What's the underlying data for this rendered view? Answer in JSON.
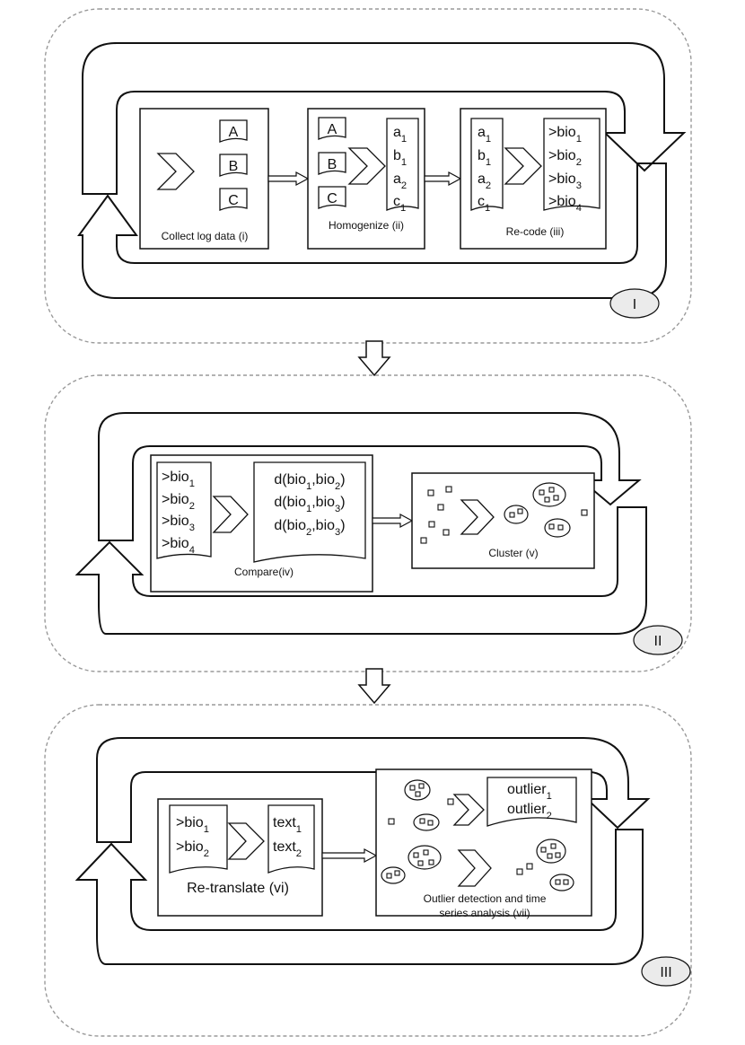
{
  "stages": [
    {
      "numeral": "I",
      "steps": [
        {
          "caption": "Collect log data (i)",
          "items": [
            "A",
            "B",
            "C"
          ]
        },
        {
          "caption": "Homogenize (ii)",
          "items": [
            "A",
            "B",
            "C"
          ],
          "outputs": [
            "a1",
            "b1",
            "a2",
            "c1"
          ]
        },
        {
          "caption": "Re-code (iii)",
          "items": [
            "a1",
            "b1",
            "a2",
            "c1"
          ],
          "outputs": [
            ">bio1",
            ">bio2",
            ">bio3",
            ">bio4"
          ]
        }
      ]
    },
    {
      "numeral": "II",
      "steps": [
        {
          "caption": "Compare(iv)",
          "items": [
            ">bio1",
            ">bio2",
            ">bio3",
            ">bio4"
          ],
          "outputs": [
            "d(bio1,bio2)",
            "d(bio1,bio3)",
            "d(bio2,bio3)"
          ]
        },
        {
          "caption": "Cluster (v)"
        }
      ]
    },
    {
      "numeral": "III",
      "steps": [
        {
          "caption": "Re-translate (vi)",
          "items": [
            ">bio1",
            ">bio2"
          ],
          "outputs": [
            "text1",
            "text2"
          ]
        },
        {
          "caption_lines": [
            "Outlier detection and time",
            "series analysis (vii)"
          ],
          "outputs": [
            "outlier1",
            "outlier2"
          ]
        }
      ]
    }
  ]
}
